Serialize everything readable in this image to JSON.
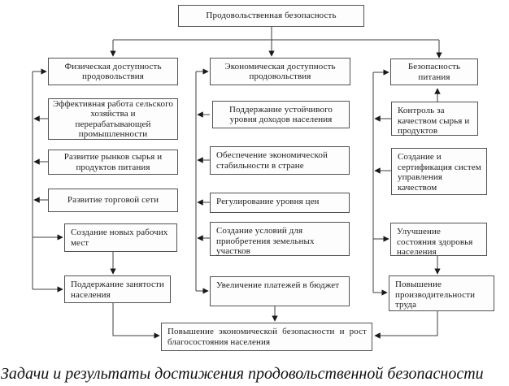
{
  "diagram": {
    "root": "Продовольственная безопасность",
    "col_physical": {
      "header": "Физическая доступность продовольствия",
      "task1": "Эффективная работа сельского хозяйства и перерабатывающей промышленности",
      "task2": "Развитие рынков сырья и продуктов питания",
      "task3": "Развитие торговой сети",
      "result1": "Создание новых рабочих мест",
      "result2": "Поддержание занятости населения"
    },
    "col_economic": {
      "header": "Экономическая доступность продовольствия",
      "task1": "Поддержание устойчивого уровня доходов населения",
      "task2": "Обеспечение экономической стабильности в стране",
      "task3": "Регулирование уровня цен",
      "task4": "Создание условий для приобретения земельных участков",
      "result1": "Увеличение платежей в бюджет"
    },
    "col_safety": {
      "header": "Безопасность питания",
      "task1": "Контроль за качеством сырья и продуктов",
      "task2": "Создание и сертификация систем управления качеством",
      "result1": "Улучшение состояния здоровья населения",
      "result2": "Повышение производительности труда"
    },
    "final": "Повышение экономической безопасности и рост благосостояния населения",
    "caption": "Задачи и результаты достижения продовольственной безопасности"
  },
  "colors": {
    "background": "#ffffff",
    "line": "#3d3d3d",
    "box_border": "#525252",
    "box_fill": "#fdfdfd",
    "text": "#1c1c1c"
  }
}
